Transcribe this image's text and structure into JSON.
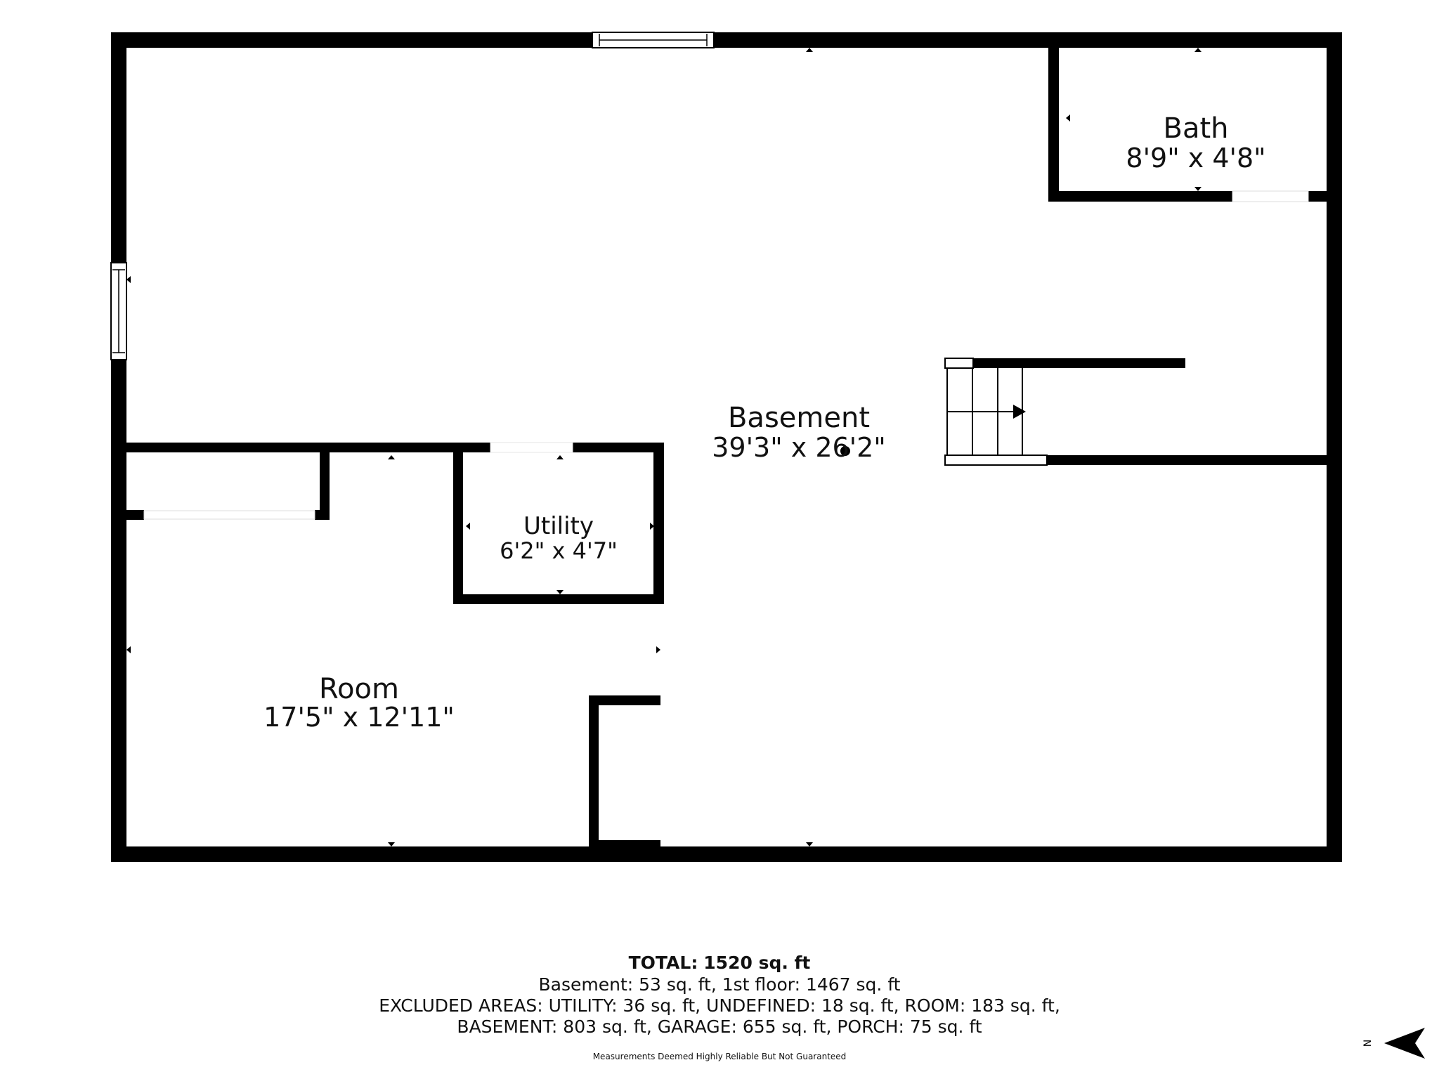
{
  "rooms": {
    "basement": {
      "name": "Basement",
      "dims": "39'3\" x 26'2\""
    },
    "bath": {
      "name": "Bath",
      "dims": "8'9\" x 4'8\""
    },
    "utility": {
      "name": "Utility",
      "dims": "6'2\" x 4'7\""
    },
    "room": {
      "name": "Room",
      "dims": "17'5\" x 12'11\""
    }
  },
  "summary": {
    "total_label": "TOTAL:",
    "total_value": "1520 sq. ft",
    "line1": "Basement: 53 sq. ft, 1st floor: 1467 sq. ft",
    "line2": "EXCLUDED AREAS: UTILITY: 36 sq. ft, UNDEFINED: 18 sq. ft, ROOM: 183 sq. ft,",
    "line3": "BASEMENT: 803 sq. ft, GARAGE: 655 sq. ft, PORCH: 75 sq. ft",
    "disclaimer": "Measurements Deemed Highly Reliable But Not Guaranteed"
  },
  "compass": {
    "label": "N"
  },
  "colors": {
    "wall": "#000000",
    "background": "#ffffff"
  }
}
